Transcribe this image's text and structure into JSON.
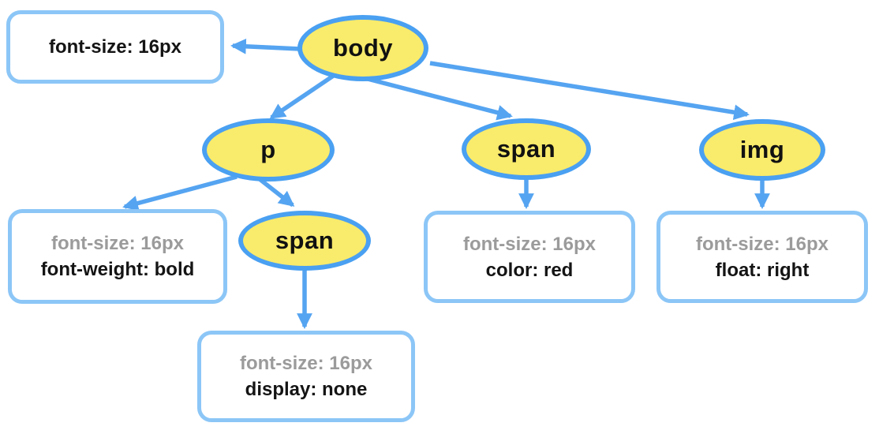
{
  "colors": {
    "node_fill": "#F9EB6B",
    "node_border": "#4AA0F1",
    "arrow": "#55A4F1",
    "box_border": "#8CC6F7",
    "text": "#141414",
    "inherited_text": "#9B9B9B"
  },
  "nodes": {
    "body": {
      "label": "body"
    },
    "p": {
      "label": "p"
    },
    "span_under_body": {
      "label": "span"
    },
    "img": {
      "label": "img"
    },
    "span_under_p": {
      "label": "span"
    }
  },
  "style_boxes": {
    "body": {
      "line1": "font-size: 16px"
    },
    "p": {
      "line1": "font-size: 16px",
      "line2": "font-weight: bold"
    },
    "span_under_body": {
      "line1": "font-size: 16px",
      "line2": "color: red"
    },
    "img": {
      "line1": "font-size: 16px",
      "line2": "float: right"
    },
    "span_under_p": {
      "line1": "font-size: 16px",
      "line2": "display: none"
    }
  }
}
